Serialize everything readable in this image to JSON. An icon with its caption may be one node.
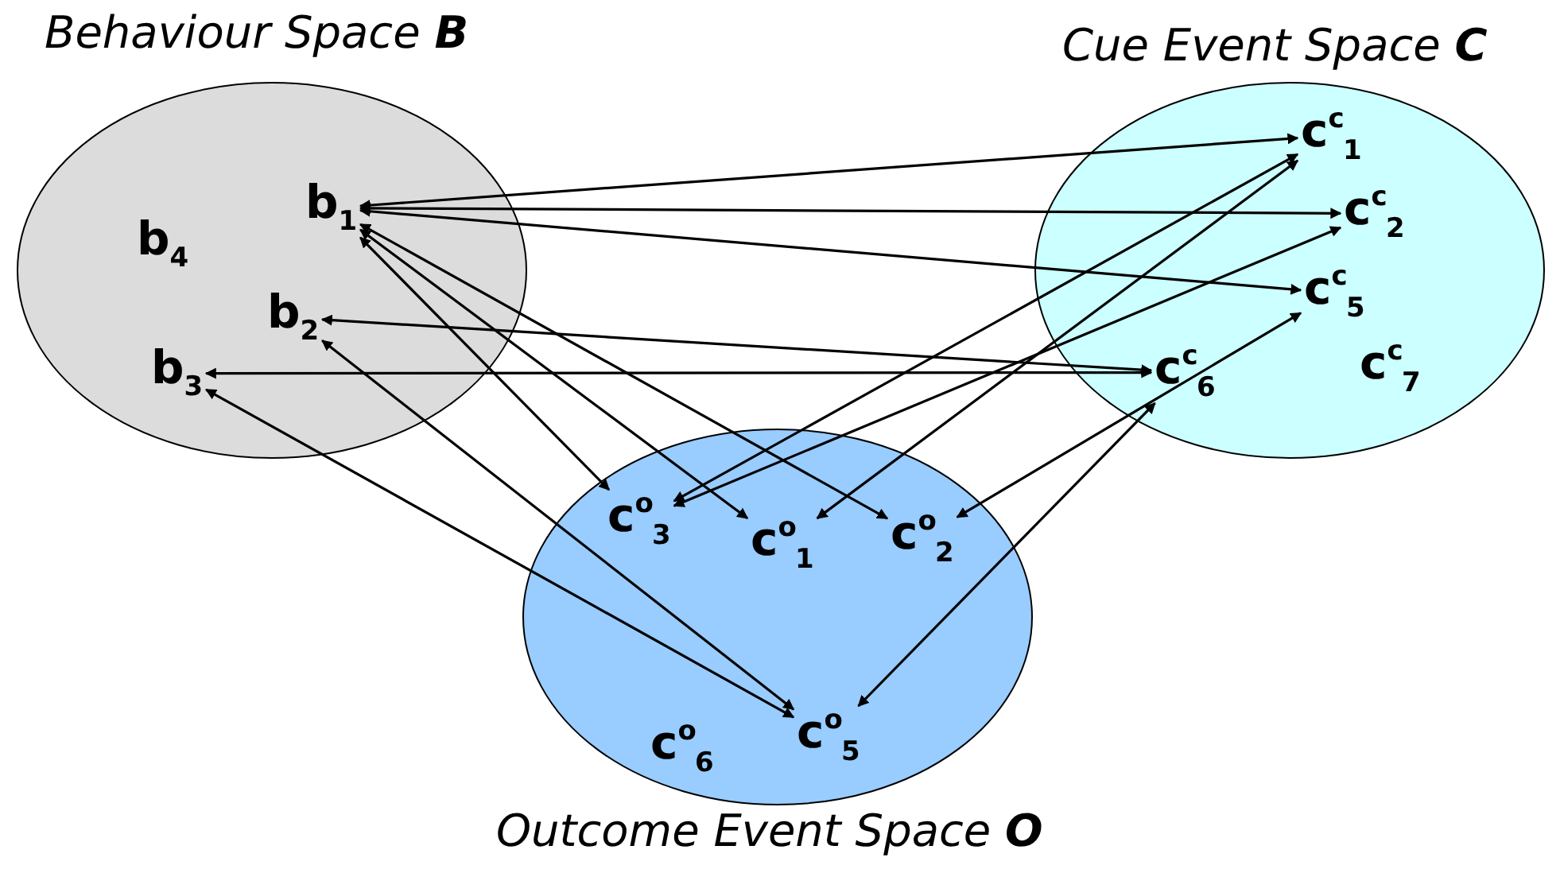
{
  "diagram": {
    "nodes": [
      {
        "text": [
          "Behaviour Space **B**"
        ]
      },
      {
        "text": [
          "b$_{1}$"
        ],
        "in": 0
      },
      {
        "text": [
          "b$_{4}$"
        ],
        "in": 0
      },
      {
        "text": [
          "b$_{2}$"
        ],
        "in": 0
      },
      {
        "text": [
          "b$_{3}$"
        ],
        "in": 0
      },
      {
        "text": [
          "Cue Event Space **C**"
        ]
      },
      {
        "text": [
          "c$^{c}$$_{1}$"
        ],
        "in": 5
      },
      {
        "text": [
          "c$^{c}$$_{2}$"
        ],
        "in": 5
      },
      {
        "text": [
          "c$^{c}$$_{5}$"
        ],
        "in": 5
      },
      {
        "text": [
          "c$^{c}$$_{6}$"
        ],
        "in": 5
      },
      {
        "text": [
          "c$^{c}$$_{7}$"
        ],
        "in": 5
      },
      {
        "text": [
          "Outcome Event Space **O**"
        ]
      },
      {
        "text": [
          "c$^{o}$$_{3}$"
        ],
        "in": 11
      },
      {
        "text": [
          "c$^{o}$$_{1}$"
        ],
        "in": 11
      },
      {
        "text": [
          "c$^{o}$$_{2}$"
        ],
        "in": 11
      },
      {
        "text": [
          "c$^{o}$$_{6}$"
        ],
        "in": 11
      },
      {
        "text": [
          "c$^{o}$$_{5}$"
        ],
        "in": 11
      }
    ],
    "edges": [
      {
        "from": 1,
        "to": 6,
        "arrow": "both"
      },
      {
        "from": 1,
        "to": 7,
        "arrow": "both"
      },
      {
        "from": 1,
        "to": 8,
        "arrow": "both"
      },
      {
        "from": 1,
        "to": 12,
        "arrow": "both"
      },
      {
        "from": 1,
        "to": 13,
        "arrow": "both"
      },
      {
        "from": 1,
        "to": 14,
        "arrow": "both"
      },
      {
        "from": 3,
        "to": 9,
        "arrow": "both"
      },
      {
        "from": 4,
        "to": 9,
        "arrow": "both"
      },
      {
        "from": 3,
        "to": 16,
        "arrow": "both"
      },
      {
        "from": 4,
        "to": 16,
        "arrow": "both"
      },
      {
        "from": 12,
        "to": 6,
        "arrow": "both"
      },
      {
        "from": 12,
        "to": 7,
        "arrow": "both"
      },
      {
        "from": 13,
        "to": 6,
        "arrow": "both"
      },
      {
        "from": 14,
        "to": 8,
        "arrow": "both"
      },
      {
        "from": 16,
        "to": 9,
        "arrow": "both"
      }
    ]
  }
}
